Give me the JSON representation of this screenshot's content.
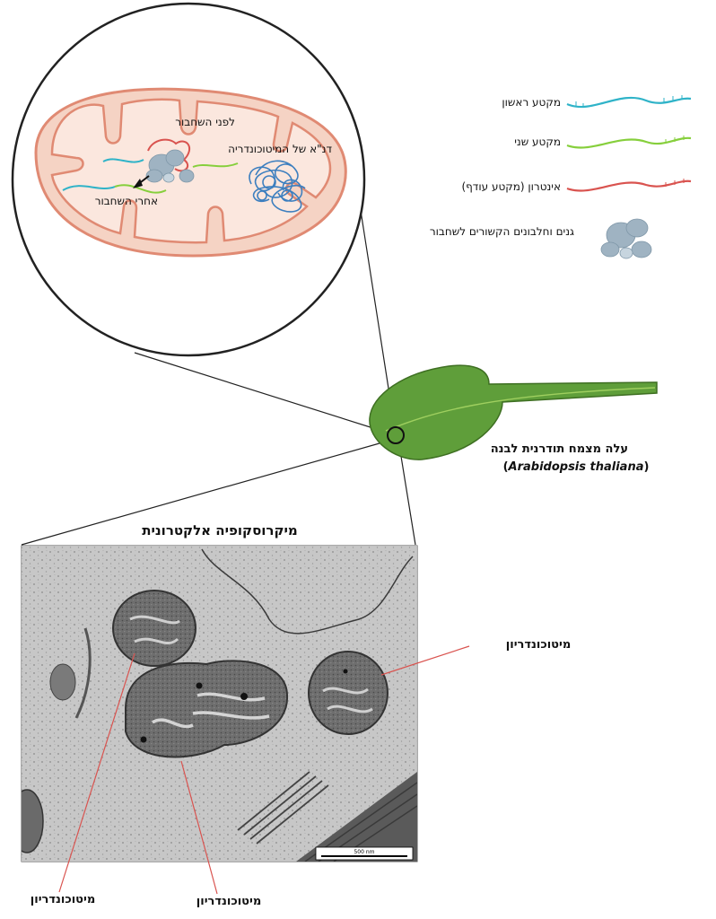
{
  "zoom_circle": {
    "label_before": "לפני השחבור",
    "label_after": "אחרי השחבור",
    "label_dna": "דנ\"א של המיטוכונדריה"
  },
  "legend": {
    "items": [
      {
        "label": "מקטע ראשון",
        "color": "#2fb3c8"
      },
      {
        "label": "מקטע שני",
        "color": "#86cf3c"
      },
      {
        "label": "אינטרון (מקטע עודף)",
        "color": "#d9534f"
      },
      {
        "label": "גנים וחלבונים הקשורים לשחבור",
        "color": "#9fb3c2"
      }
    ]
  },
  "leaf": {
    "caption_line1": "עלה מצמח תודרנית לבנה",
    "caption_species": "Arabidopsis thaliana",
    "color": "#5f9e3a"
  },
  "micrograph": {
    "title": "מיקרוסקופיה אלקטרונית",
    "scale_label": "500 nm",
    "labels": {
      "right": "מיטוכונדריון",
      "bottom_left": "מיטוכונדריון",
      "bottom_center": "מיטוכונדריון"
    },
    "pointer_color": "#d9534f"
  }
}
